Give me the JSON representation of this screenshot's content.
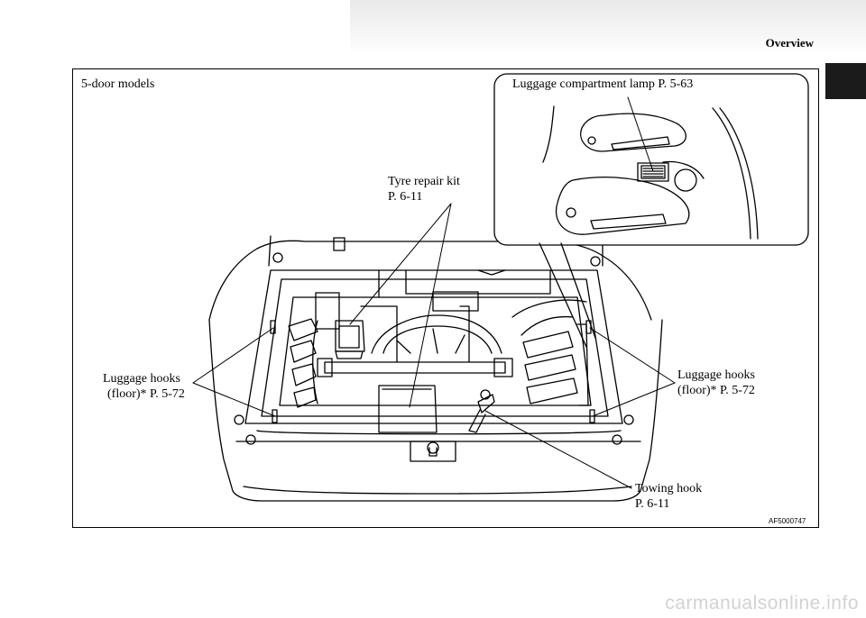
{
  "header": {
    "title": "Overview"
  },
  "figure": {
    "model_label": "5-door models",
    "callouts": {
      "lamp": "Luggage compartment lamp P. 5-63",
      "tyre_kit_line1": "Tyre repair kit",
      "tyre_kit_line2": "P. 6-11",
      "hooks_left_line1": "Luggage hooks",
      "hooks_left_line2": "(floor)* P. 5-72",
      "hooks_right_line1": "Luggage hooks",
      "hooks_right_line2": "(floor)* P. 5-72",
      "towing_line1": "Towing hook",
      "towing_line2": "P. 6-11"
    },
    "figure_id": "AF5000747"
  },
  "watermark": "carmanualsonline.info"
}
